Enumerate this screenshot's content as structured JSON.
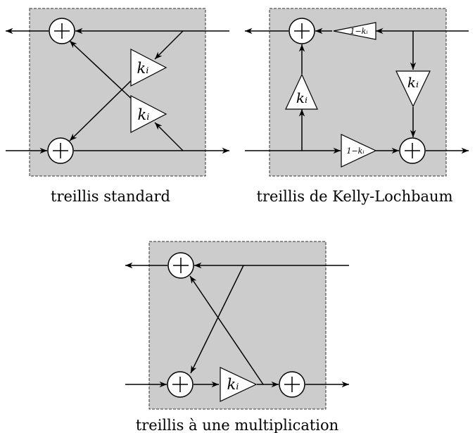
{
  "captions": {
    "standard": "treillis standard",
    "kelly_lochbaum": "treillis de Kelly-Lochbaum",
    "one_multiplication": "treillis à une multiplication"
  },
  "gains": {
    "k": "kᵢ",
    "one_minus_k": "1−kᵢ"
  }
}
